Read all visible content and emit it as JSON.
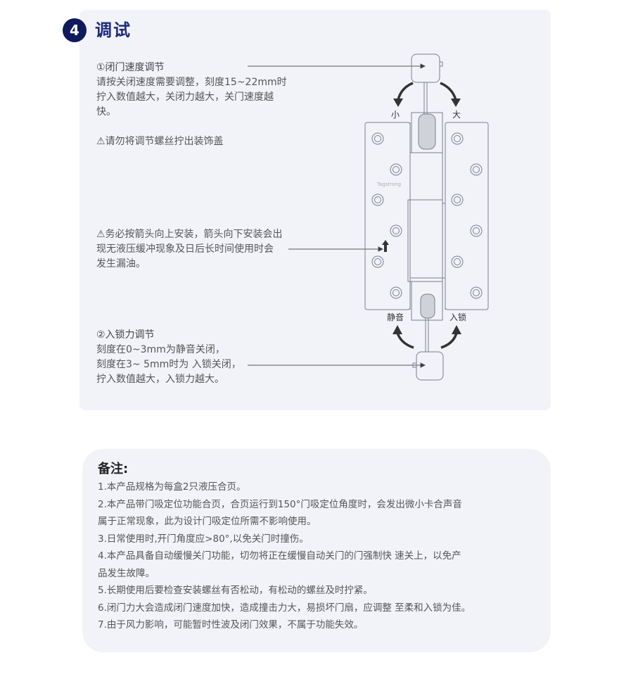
{
  "section": {
    "number": "4",
    "title": "调试"
  },
  "speed": {
    "heading": "①闭门速度调节",
    "lines": [
      "请按关闭速度需要调整，刻度15~22mm时",
      "拧入数值越大，关闭力越大，关门速度越",
      "快。"
    ],
    "warning": "⚠请勿将调节螺丝拧出装饰盖"
  },
  "install_warning": {
    "lines": [
      "⚠务必按箭头向上安装，箭头向下安装会出",
      "现无液压缓冲现象及日后长时间使用时会",
      "发生漏油。"
    ]
  },
  "lock": {
    "heading": "②入锁力调节",
    "lines": [
      "刻度在0~3mm为静音关闭，",
      "刻度在3~ 5mm时为 入锁关闭，",
      "拧入数值越大，入锁力越大。"
    ]
  },
  "diagram": {
    "label_small": "小",
    "label_large": "大",
    "label_silent": "静音",
    "label_lock": "入锁",
    "brand": "Tagstrong"
  },
  "notes": {
    "title": "备注:",
    "items": [
      "1.本产品规格为每盒2只液压合页。",
      "2.本产品带门吸定位功能合页，合页运行到150°门吸定位角度时，会发出微小卡合声音",
      "属于正常现象，此为设计门吸定位所需不影响使用。",
      "3.日常使用时,开门角度应>80°,以免关门时撞伤。",
      "4.本产品具备自动缓慢关门功能，切勿将正在缓慢自动关门的门强制快 速关上，以免产",
      "品发生故障。",
      "5.长期使用后要检查安装螺丝有否松动，有松动的螺丝及时拧紧。",
      "6.闭门力大会造成闭门速度加快，造成撞击力大，易损坏门扇，应调整 至柔和入锁为佳。",
      "7.由于风力影响，可能暂时性波及闭门效果，不属于功能失效。"
    ]
  },
  "colors": {
    "accent": "#0d1a5e",
    "title": "#1d2b7c",
    "card": "#f2f3f9"
  }
}
